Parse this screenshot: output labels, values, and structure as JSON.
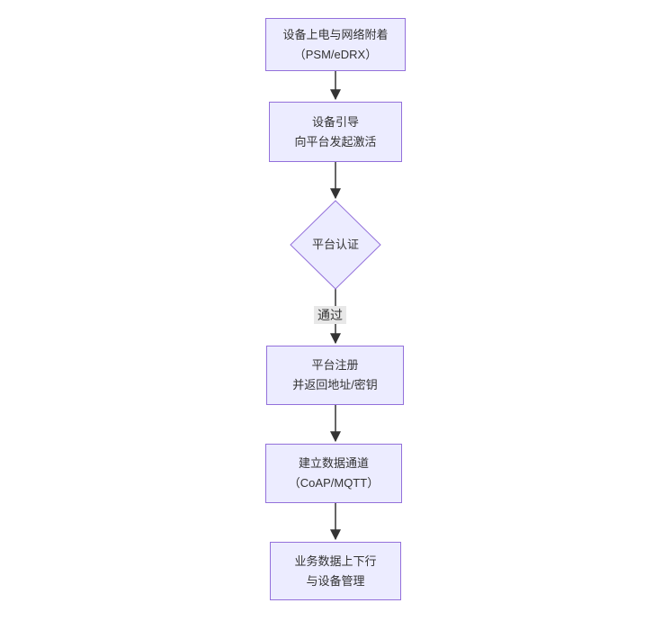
{
  "diagram": {
    "type": "flowchart",
    "direction": "top-down",
    "nodes": [
      {
        "id": "A",
        "shape": "rect",
        "lines": [
          "设备上电与网络附着",
          "（PSM/eDRX）"
        ]
      },
      {
        "id": "B",
        "shape": "rect",
        "lines": [
          "设备引导",
          "向平台发起激活"
        ]
      },
      {
        "id": "C",
        "shape": "diamond",
        "lines": [
          "平台认证"
        ]
      },
      {
        "id": "D",
        "shape": "rect",
        "lines": [
          "平台注册",
          "并返回地址/密钥"
        ]
      },
      {
        "id": "E",
        "shape": "rect",
        "lines": [
          "建立数据通道",
          "（CoAP/MQTT）"
        ]
      },
      {
        "id": "F",
        "shape": "rect",
        "lines": [
          "业务数据上下行",
          "与设备管理"
        ]
      }
    ],
    "edges": [
      {
        "from": "A",
        "to": "B",
        "label": ""
      },
      {
        "from": "B",
        "to": "C",
        "label": ""
      },
      {
        "from": "C",
        "to": "D",
        "label": "通过"
      },
      {
        "from": "D",
        "to": "E",
        "label": ""
      },
      {
        "from": "E",
        "to": "F",
        "label": ""
      }
    ],
    "colors": {
      "node_fill": "#ECECFF",
      "node_border": "#9370DB",
      "text": "#333333",
      "edge": "#333333",
      "edge_label_bg": "#e8e8e8",
      "background": "#ffffff"
    }
  }
}
